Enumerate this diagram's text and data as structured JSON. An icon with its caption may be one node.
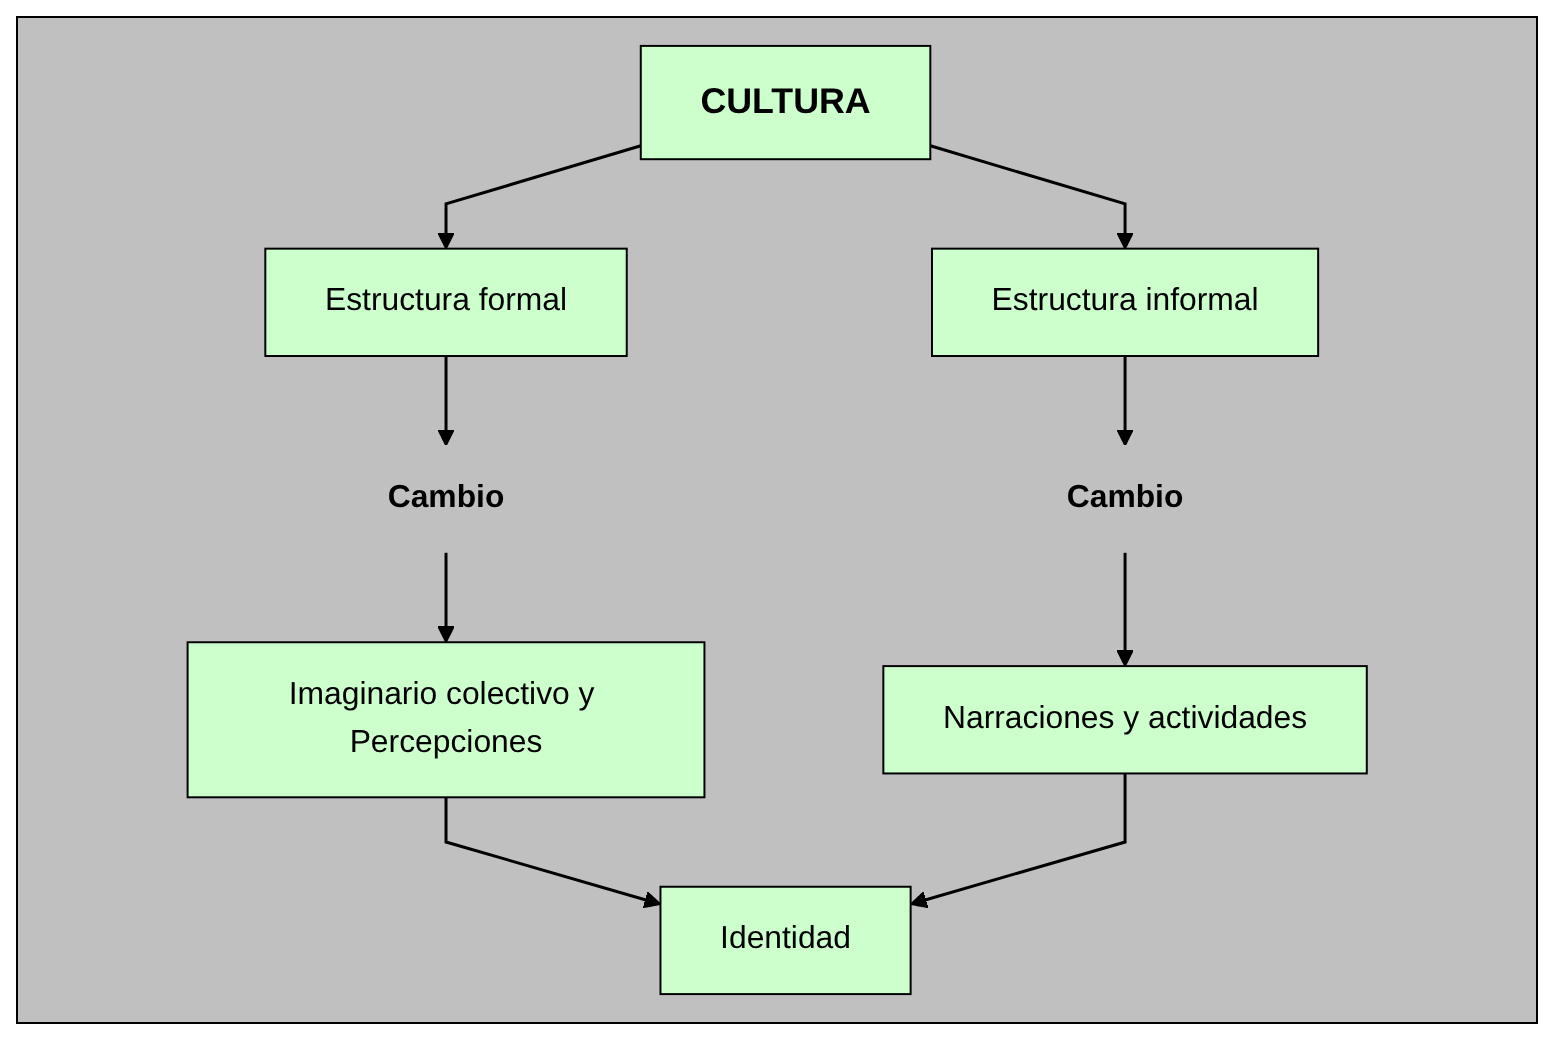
{
  "diagram": {
    "nodes": [
      {
        "text": [
          "CULTURA"
        ]
      },
      {
        "text": [
          "Estructura formal"
        ]
      },
      {
        "text": [
          "Estructura informal"
        ]
      },
      {
        "text": [
          "Cambio"
        ]
      },
      {
        "text": [
          "Cambio"
        ]
      },
      {
        "text": [
          "Imaginario colectivo y Percepciones"
        ]
      },
      {
        "text": [
          "Identidad"
        ]
      },
      {
        "text": [
          "Narraciones y actividades"
        ]
      }
    ],
    "edges": [
      {
        "from": 0,
        "to": 1,
        "arrow": "to"
      },
      {
        "from": 0,
        "to": 2,
        "arrow": "to"
      },
      {
        "from": 1,
        "to": 3,
        "arrow": "to"
      },
      {
        "from": 2,
        "to": 4,
        "arrow": "to"
      },
      {
        "from": 3,
        "to": 5,
        "arrow": "to"
      },
      {
        "from": 4,
        "to": 7,
        "arrow": "to"
      },
      {
        "from": 5,
        "to": 6,
        "arrow": "to"
      },
      {
        "from": 7,
        "to": 6,
        "arrow": "to"
      }
    ]
  }
}
